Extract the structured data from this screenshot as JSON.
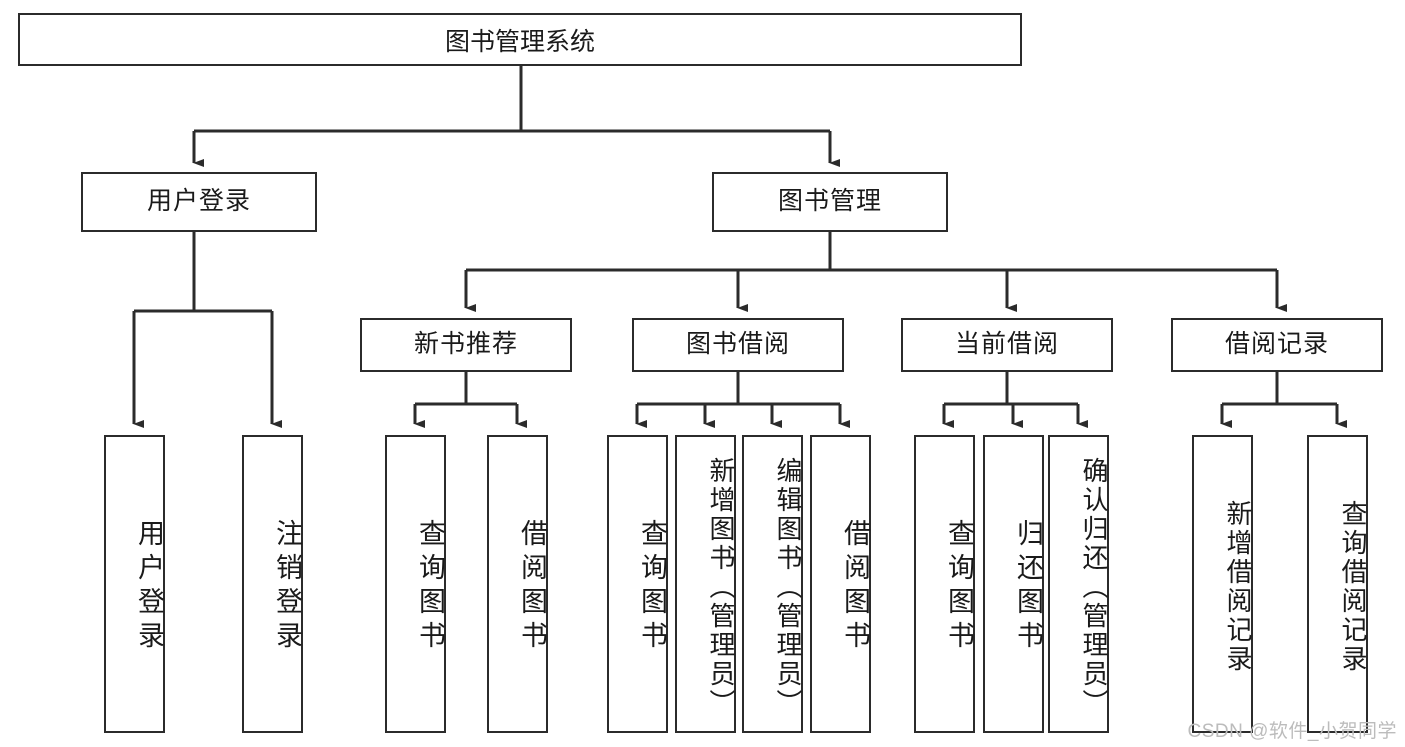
{
  "diagram": {
    "title": "图书管理系统",
    "type": "tree-hierarchy-chart",
    "line_color": "#2b2b2b",
    "box_fill": "#ffffff",
    "text_color": "#1a1a1a",
    "watermark": "CSDN @软件_小贺同学",
    "levels": {
      "root": {
        "label": "图书管理系统"
      },
      "level2": [
        {
          "label": "用户登录"
        },
        {
          "label": "图书管理"
        }
      ],
      "level3": [
        {
          "label": "新书推荐"
        },
        {
          "label": "图书借阅"
        },
        {
          "label": "当前借阅"
        },
        {
          "label": "借阅记录"
        }
      ],
      "leaves": {
        "user_login": [
          {
            "label": "用户登录"
          },
          {
            "label": "注销登录"
          }
        ],
        "new_book_recommend": [
          {
            "label": "查询图书"
          },
          {
            "label": "借阅图书"
          }
        ],
        "book_borrow": [
          {
            "label": "查询图书"
          },
          {
            "label": "新增图书（管理员）"
          },
          {
            "label": "编辑图书（管理员）"
          },
          {
            "label": "借阅图书"
          }
        ],
        "current_borrow": [
          {
            "label": "查询图书"
          },
          {
            "label": "归还图书"
          },
          {
            "label": "确认归还（管理员）"
          }
        ],
        "borrow_record": [
          {
            "label": "新增借阅记录"
          },
          {
            "label": "查询借阅记录"
          }
        ]
      }
    }
  }
}
